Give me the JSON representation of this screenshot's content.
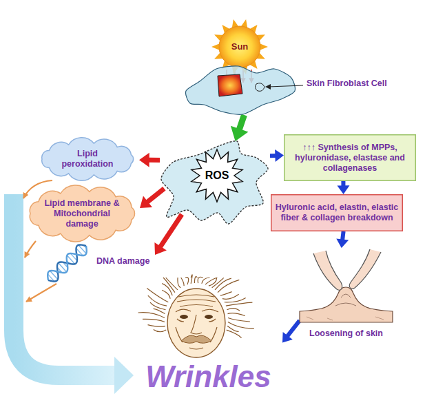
{
  "diagram": {
    "nodes": [
      {
        "text": [
          "Sun"
        ]
      },
      {
        "text": [
          "Skin Fibroblast Cell"
        ]
      },
      {
        "text": [
          "ROS"
        ]
      },
      {
        "text": [
          "Lipid peroxidation"
        ]
      },
      {
        "text": [
          "↑↑↑ Synthesis of MPPs, hyluronidase, elastase and collagenases"
        ]
      },
      {
        "text": [
          "Lipid membrane & Mitochondrial damage"
        ]
      },
      {
        "text": [
          "Hyluronic acid, elastin, elastic fiber & collagen breakdown"
        ]
      },
      {
        "text": [
          "DNA damage"
        ]
      },
      {
        "text": [
          "Loosening of skin"
        ]
      },
      {
        "text": [
          "Wrinkles"
        ]
      }
    ],
    "edges": [
      {
        "from": 0,
        "to": 1,
        "arrow": "to"
      },
      {
        "from": 1,
        "to": 2,
        "arrow": "to"
      },
      {
        "from": 2,
        "to": 3,
        "arrow": "to"
      },
      {
        "from": 2,
        "to": 4,
        "arrow": "to"
      },
      {
        "from": 2,
        "to": 5,
        "arrow": "to"
      },
      {
        "from": 2,
        "to": 7,
        "arrow": "to"
      },
      {
        "from": 4,
        "to": 6,
        "arrow": "to"
      },
      {
        "from": 6,
        "to": 8,
        "arrow": "to"
      },
      {
        "from": 8,
        "to": 9,
        "arrow": "to"
      }
    ]
  }
}
